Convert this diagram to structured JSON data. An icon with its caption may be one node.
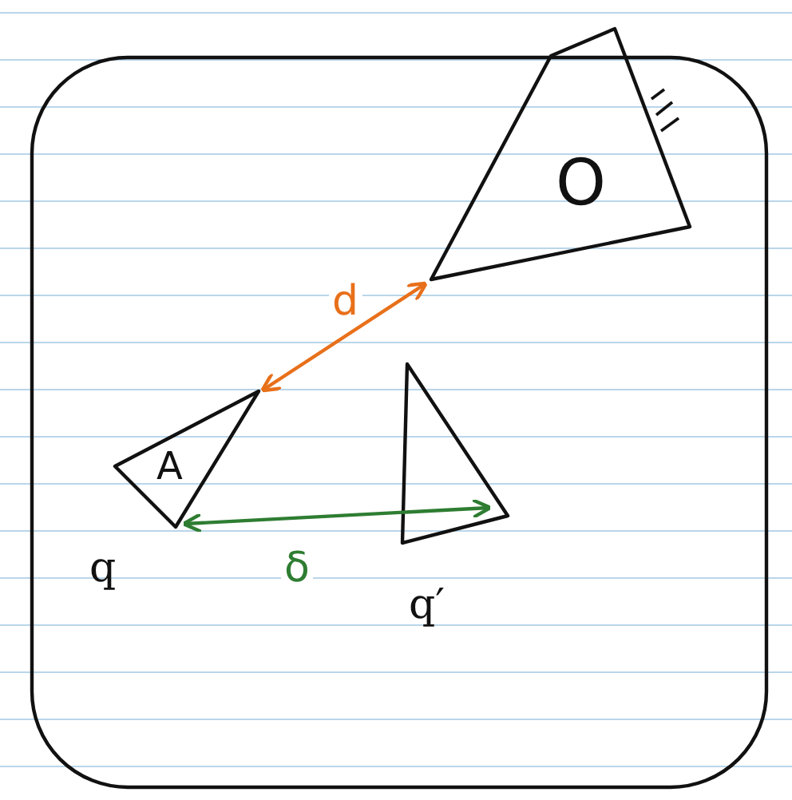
{
  "diagram": {
    "nodes": [
      {
        "text": [],
        "shape": "box"
      },
      {
        "text": [
          "O"
        ]
      },
      {
        "text": [
          "A"
        ],
        "beside": [
          "q"
        ],
        "in": 0
      },
      {
        "text": [],
        "shape": "triangle",
        "beside": [
          "q′"
        ],
        "in": 0
      }
    ],
    "edges": [
      {
        "from": 2,
        "to": 1,
        "arrow": "both",
        "label": "d",
        "color": "#e8701a"
      },
      {
        "from": 2,
        "to": 3,
        "arrow": "both",
        "label": "δ",
        "color": "#2e7d32"
      }
    ]
  }
}
